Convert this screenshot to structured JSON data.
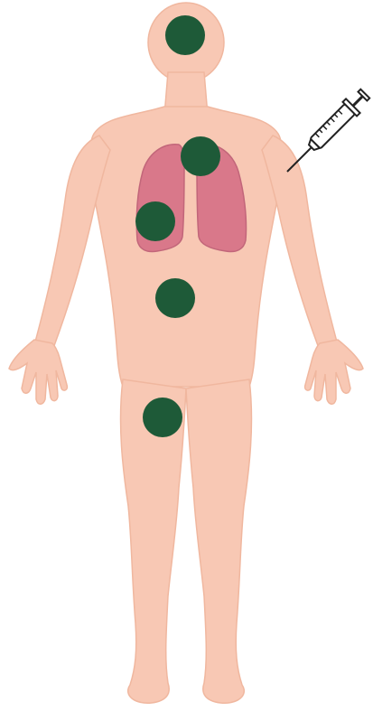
{
  "figure": {
    "colors": {
      "skin": "#f8c8b4",
      "skin_outline": "#f0b79f",
      "lung": "#d9788a",
      "lung_outline": "#c2667a",
      "lesion": "#1e5a38",
      "syringe_outline": "#222222",
      "syringe_barrel": "#ffffff"
    },
    "body_icon": "human-body-front-view",
    "organ_icon": "lungs",
    "injection_icon": "syringe-icon",
    "lesions": [
      {
        "site": "brain"
      },
      {
        "site": "lung-upper"
      },
      {
        "site": "lung-lower"
      },
      {
        "site": "abdomen"
      },
      {
        "site": "thigh"
      }
    ]
  }
}
